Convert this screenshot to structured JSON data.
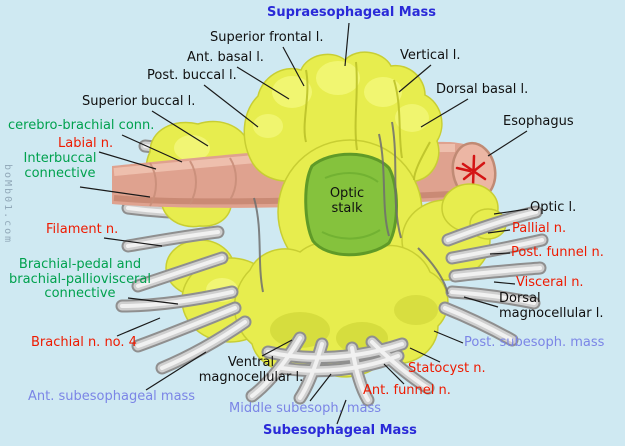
{
  "watermark": "boMb01.com",
  "labels": {
    "supraesophageal_mass": "Supraesophageal Mass",
    "superior_frontal": "Superior frontal l.",
    "ant_basal": "Ant. basal l.",
    "vertical_l": "Vertical l.",
    "post_buccal": "Post. buccal l.",
    "dorsal_basal": "Dorsal basal l.",
    "superior_buccal": "Superior buccal l.",
    "esophagus": "Esophagus",
    "cerebro_brachial": "cerebro-brachial conn.",
    "labial_n": "Labial n.",
    "interbuccal_connective": "Interbuccal connective",
    "optic_stalk": "Optic stalk",
    "optic_l": "Optic l.",
    "filament_n": "Filament n.",
    "pallial_n": "Pallial n.",
    "post_funnel_n": "Post. funnel n.",
    "brachial_pedal_connective": "Brachial-pedal and brachial-palliovisceral connective",
    "visceral_n": "Visceral n.",
    "dorsal_magnocellular": "Dorsal magnocellular l.",
    "brachial_n_4": "Brachial n. no. 4",
    "post_subesoph_mass": "Post. subesoph. mass",
    "ventral_magnocellular": "Ventral magnocellular l.",
    "statocyst_n": "Statocyst n.",
    "ant_funnel_n": "Ant. funnel n.",
    "ant_subesoph_mass": "Ant. subesophageal mass",
    "middle_subesoph_mass": "Middle subesoph. mass",
    "subesophageal_mass": "Subesophageal Mass"
  },
  "colors": {
    "background": "#cfe9f2",
    "title_blue": "#2a2ad8",
    "subesoph_periwinkle": "#7b85e6",
    "connective_green": "#00a14e",
    "nerve_red": "#ee1a00",
    "mass_yellow": "#e7ed4e",
    "optic_stalk_green": "#85c23d",
    "esophagus_pink": "#dfa28f",
    "nerve_gray": "#cfcfcf"
  }
}
